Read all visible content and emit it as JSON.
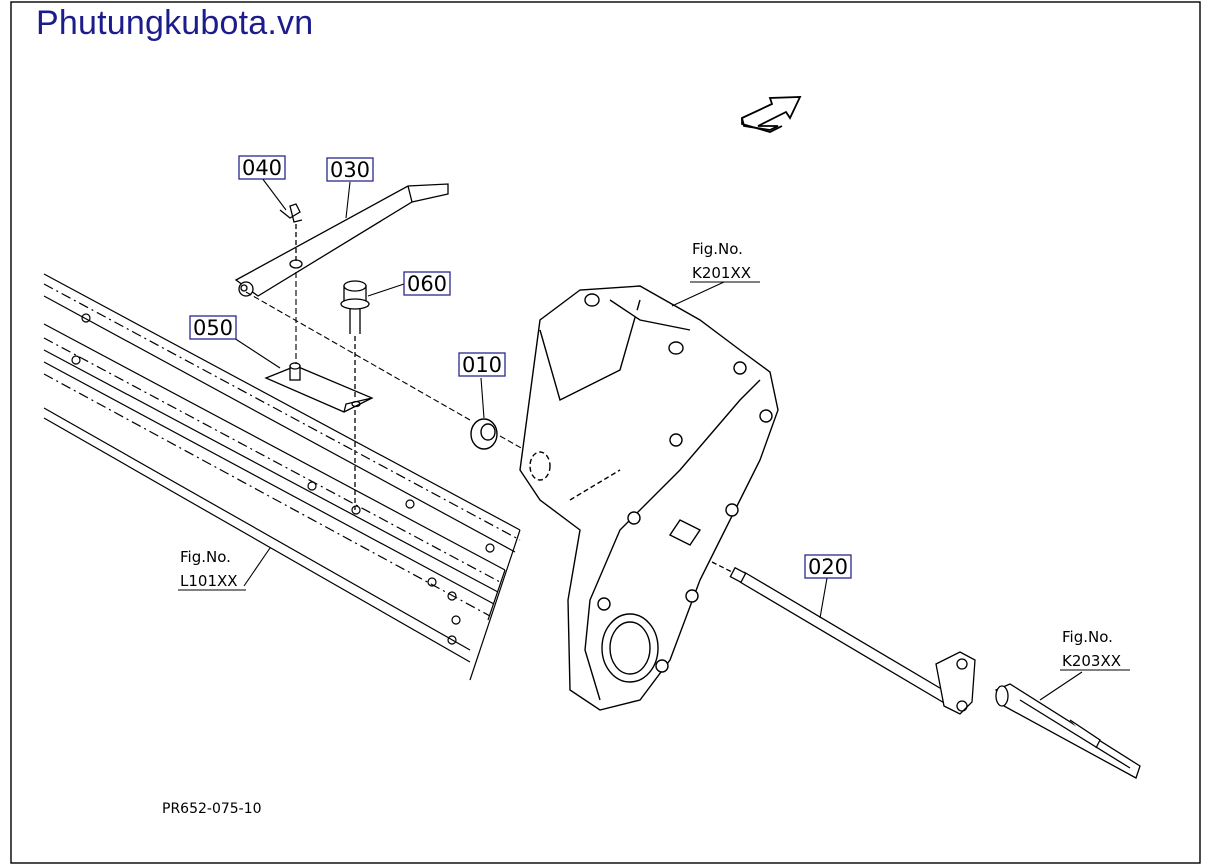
{
  "brand": "Phutungkubota.vn",
  "doc_number": "PR652-075-10",
  "callouts": [
    {
      "id": "040",
      "label": "040"
    },
    {
      "id": "030",
      "label": "030"
    },
    {
      "id": "060",
      "label": "060"
    },
    {
      "id": "050",
      "label": "050"
    },
    {
      "id": "010",
      "label": "010"
    },
    {
      "id": "020",
      "label": "020"
    }
  ],
  "fig_refs": [
    {
      "line1": "Fig.No.",
      "line2": "K201XX"
    },
    {
      "line1": "Fig.No.",
      "line2": "L101XX"
    },
    {
      "line1": "Fig.No.",
      "line2": "K203XX"
    }
  ],
  "colors": {
    "brand": "#1c1c8c",
    "callout_border": "#2a2a8c",
    "line": "#000000"
  }
}
